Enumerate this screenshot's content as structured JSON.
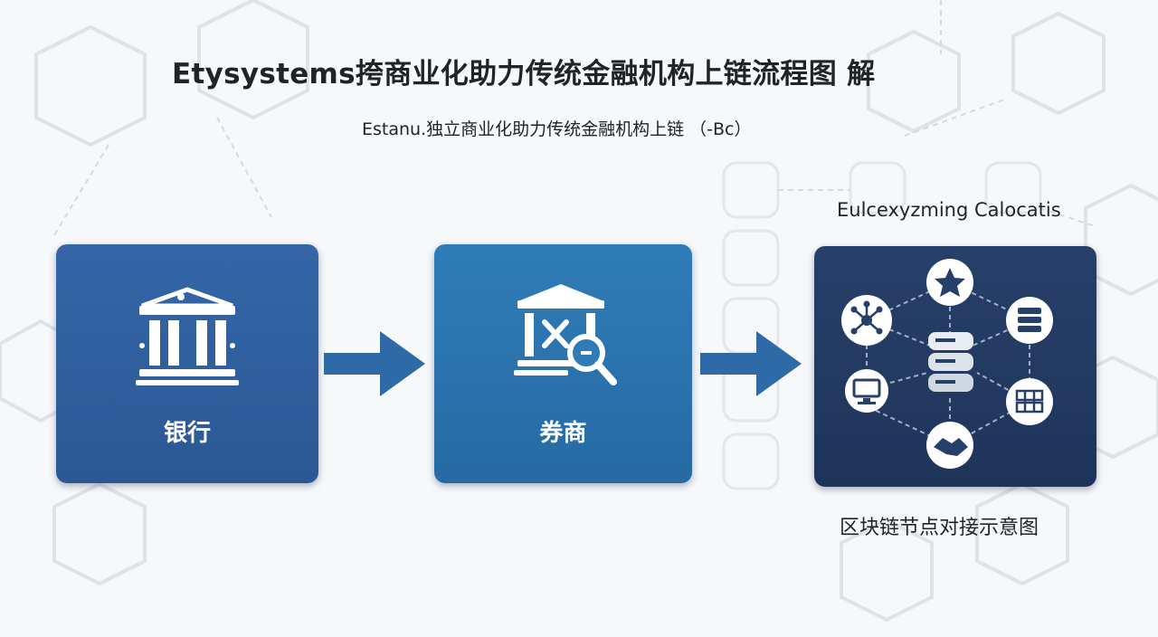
{
  "title": "Etysystems挎商业化助力传统金融机构上链流程图 解",
  "subtitle": "Estanu.独立商业化助力传统金融机构上链 （-Bc）",
  "colors": {
    "bank_box": "#3466a8",
    "broker_box": "#2f7cb8",
    "chain_box": "#22375e",
    "arrow": "#2f6aa8",
    "background": "#f6f8fa"
  },
  "flow": [
    {
      "id": "bank",
      "label": "银行",
      "icon": "bank-building-icon"
    },
    {
      "id": "broker",
      "label": "券商",
      "icon": "securities-bank-magnifier-icon"
    },
    {
      "id": "chain",
      "caption": "Eulcexyzming Calocatis",
      "footer": "区块链节点对接示意图",
      "icon": "blockchain-network-icon"
    }
  ],
  "chain_nodes": [
    {
      "icon": "network-hub-icon"
    },
    {
      "icon": "star-badge-icon"
    },
    {
      "icon": "database-stack-icon"
    },
    {
      "icon": "monitor-icon"
    },
    {
      "icon": "server-database-icon"
    },
    {
      "icon": "server-rack-icon"
    },
    {
      "icon": "handshake-icon"
    }
  ]
}
